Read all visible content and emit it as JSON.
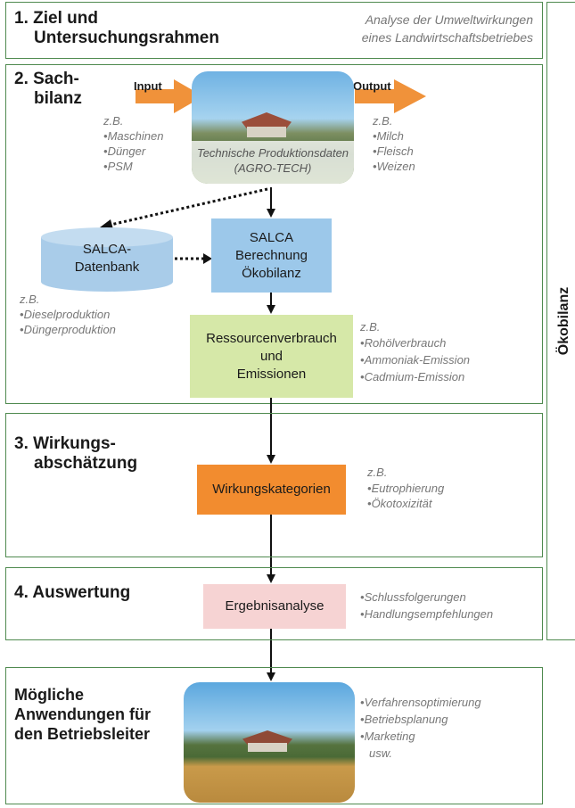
{
  "side_label": "Ökobilanz",
  "s1": {
    "title_line1": "1. Ziel und",
    "title_line2": "Untersuchungsrahmen",
    "desc_line1": "Analyse der Umweltwirkungen",
    "desc_line2": "eines Landwirtschaftsbetriebes"
  },
  "s2": {
    "title_line1": "2. Sach-",
    "title_line2": "bilanz",
    "input_label": "Input",
    "output_label": "Output",
    "input_eg": "z.B.",
    "inputs": [
      "Maschinen",
      "Dünger",
      "PSM"
    ],
    "output_eg": "z.B.",
    "outputs": [
      "Milch",
      "Fleisch",
      "Weizen"
    ],
    "photo_caption_line1": "Technische Produktionsdaten",
    "photo_caption_line2": "(AGRO-TECH)",
    "db_line1": "SALCA-",
    "db_line2": "Datenbank",
    "db_eg": "z.B.",
    "db_items": [
      "Dieselproduktion",
      "Düngerproduktion"
    ],
    "calc_line1": "SALCA",
    "calc_line2": "Berechnung",
    "calc_line3": "Ökobilanz",
    "res_line1": "Ressourcenverbrauch",
    "res_line2": "und",
    "res_line3": "Emissionen",
    "res_eg": "z.B.",
    "res_items": [
      "Rohölverbrauch",
      "Ammoniak-Emission",
      "Cadmium-Emission"
    ]
  },
  "s3": {
    "title_line1": "3. Wirkungs-",
    "title_line2": "abschätzung",
    "box": "Wirkungskategorien",
    "eg": "z.B.",
    "items": [
      "Eutrophierung",
      "Ökotoxizität"
    ]
  },
  "s4": {
    "title": "4. Auswertung",
    "box": "Ergebnisanalyse",
    "items": [
      "Schlussfolgerungen",
      "Handlungsempfehlungen"
    ]
  },
  "s5": {
    "title_line1": "Mögliche",
    "title_line2": "Anwendungen für",
    "title_line3": "den Betriebsleiter",
    "items": [
      "Verfahrensoptimierung",
      "Betriebsplanung",
      "Marketing"
    ],
    "etc": "usw."
  },
  "colors": {
    "border": "#4f8a4f",
    "arrow_orange": "#f0923a",
    "db_blue": "#a9cce9",
    "calc_blue": "#9cc8ea",
    "res_green": "#d6e8a8",
    "impact_orange": "#f28c2f",
    "result_pink": "#f6d3d3"
  }
}
